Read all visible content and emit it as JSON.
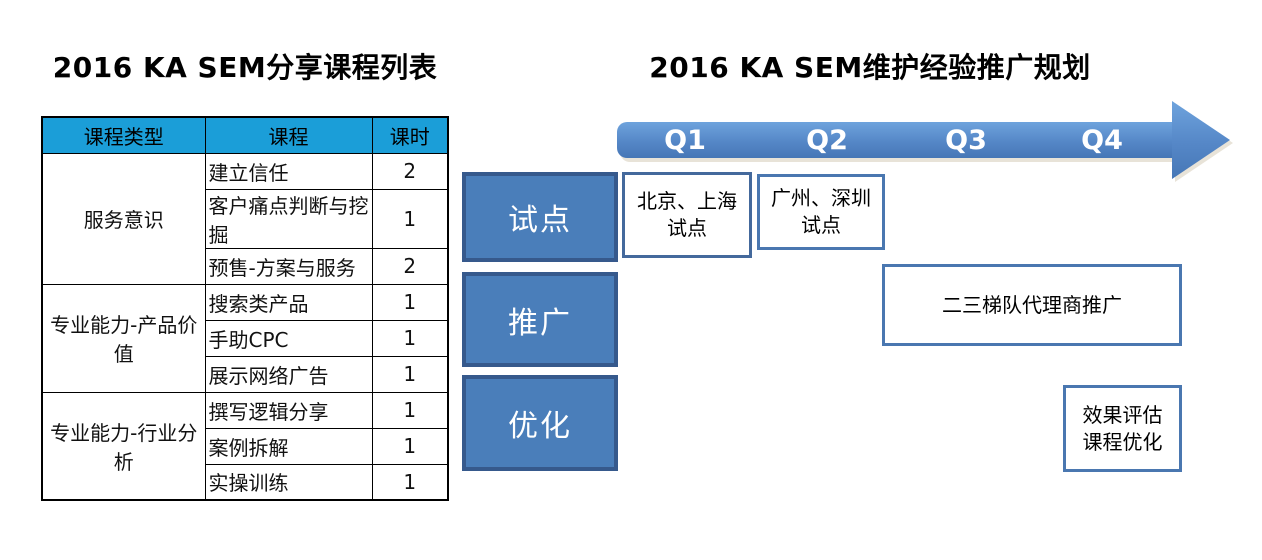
{
  "slide": {
    "background": "#ffffff"
  },
  "left": {
    "title": "2016 KA SEM分享课程列表",
    "table": {
      "headers": [
        "课程类型",
        "课程",
        "课时"
      ],
      "groups": [
        {
          "type": "服务意识",
          "courses": [
            {
              "name": "建立信任",
              "hours": "2"
            },
            {
              "name": "客户痛点判断与挖掘",
              "hours": "1"
            },
            {
              "name": "预售-方案与服务",
              "hours": "2"
            }
          ]
        },
        {
          "type": "专业能力-产品价值",
          "courses": [
            {
              "name": "搜索类产品",
              "hours": "1"
            },
            {
              "name": "手助CPC",
              "hours": "1"
            },
            {
              "name": "展示网络广告",
              "hours": "1"
            }
          ]
        },
        {
          "type": "专业能力-行业分析",
          "courses": [
            {
              "name": "撰写逻辑分享",
              "hours": "1"
            },
            {
              "name": "案例拆解",
              "hours": "1"
            },
            {
              "name": "实操训练",
              "hours": "1"
            }
          ]
        }
      ]
    }
  },
  "right": {
    "title": "2016 KA SEM维护经验推广规划",
    "timeline": {
      "quarters": [
        "Q1",
        "Q2",
        "Q3",
        "Q4"
      ]
    },
    "stages": [
      {
        "label": "试点"
      },
      {
        "label": "推广"
      },
      {
        "label": "优化"
      }
    ],
    "notes": [
      {
        "text": "北京、上海\n试点"
      },
      {
        "text": "广州、深圳\n试点"
      },
      {
        "text": "二三梯队代理商推广"
      },
      {
        "text": "效果评估\n课程优化"
      }
    ]
  },
  "colors": {
    "table_header_bg": "#1b9ed8",
    "table_border": "#000000",
    "timeline_arrow_top": "#6ea3dd",
    "timeline_arrow_bottom": "#4677b6",
    "stage_box_fill": "#4a7eba",
    "stage_box_border": "#36598c",
    "note_box_border": "#4a77b0",
    "text_on_blue": "#ffffff"
  }
}
